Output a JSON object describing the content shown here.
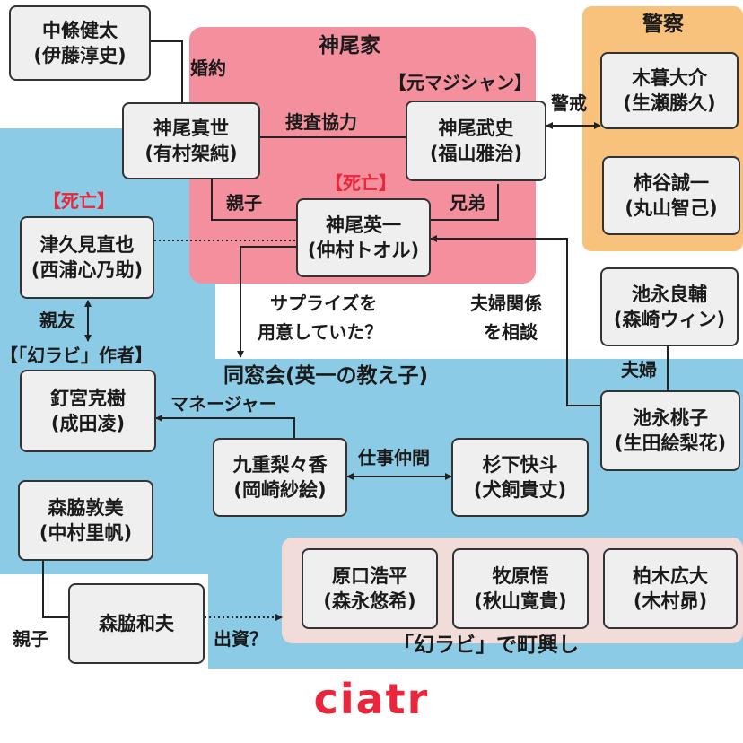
{
  "groups": {
    "kamio": "神尾家",
    "police": "警察",
    "alumni": "同窓会(英一の教え子)",
    "town": "「幻ラビ」で町興し"
  },
  "people": {
    "nakajo": {
      "name": "中條健太",
      "actor": "(伊藤淳史)"
    },
    "masayo": {
      "name": "神尾真世",
      "actor": "(有村架純)"
    },
    "takeshi": {
      "name": "神尾武史",
      "actor": "(福山雅治)"
    },
    "eiichi": {
      "name": "神尾英一",
      "actor": "(仲村トオル)"
    },
    "kogure": {
      "name": "木暮大介",
      "actor": "(生瀬勝久)"
    },
    "kakitani": {
      "name": "柿谷誠一",
      "actor": "(丸山智己)"
    },
    "tsukumi": {
      "name": "津久見直也",
      "actor": "(西浦心乃助)"
    },
    "ikenaga_r": {
      "name": "池永良輔",
      "actor": "(森崎ウィン)"
    },
    "ikenaga_m": {
      "name": "池永桃子",
      "actor": "(生田絵梨花)"
    },
    "kugimiya": {
      "name": "釘宮克樹",
      "actor": "(成田凌)"
    },
    "kokonoe": {
      "name": "九重梨々香",
      "actor": "(岡崎紗絵)"
    },
    "sugishita": {
      "name": "杉下快斗",
      "actor": "(犬飼貴丈)"
    },
    "moriwaki_a": {
      "name": "森脇敦美",
      "actor": "(中村里帆)"
    },
    "moriwaki_k": {
      "name": "森脇和夫"
    },
    "haraguchi": {
      "name": "原口浩平",
      "actor": "(森永悠希)"
    },
    "makihara": {
      "name": "牧原悟",
      "actor": "(秋山寛貴)"
    },
    "kashiwagi": {
      "name": "柏木広大",
      "actor": "(木村昴)"
    }
  },
  "tags": {
    "magician": "【元マジシャン】",
    "dead1": "【死亡】",
    "dead2": "【死亡】",
    "author": "【「幻ラビ」作者】"
  },
  "relations": {
    "engaged": "婚約",
    "cooperate": "捜査協力",
    "warning": "警戒",
    "parent_child1": "親子",
    "siblings": "兄弟",
    "best_friend": "親友",
    "surprise_l1": "サプライズを",
    "surprise_l2": "用意していた？",
    "couple_consult_l1": "夫婦関係",
    "couple_consult_l2": "を相談",
    "married": "夫婦",
    "manager": "マネージャー",
    "coworkers": "仕事仲間",
    "parent_child2": "親子",
    "investment": "出資？"
  },
  "logo": "ciatr",
  "colors": {
    "kamio_bg": "#f4909d",
    "police_bg": "#f8c27c",
    "alumni_bg": "#8ccbe6",
    "town_bg": "#f1dcda",
    "dead_red": "#e8273c"
  }
}
